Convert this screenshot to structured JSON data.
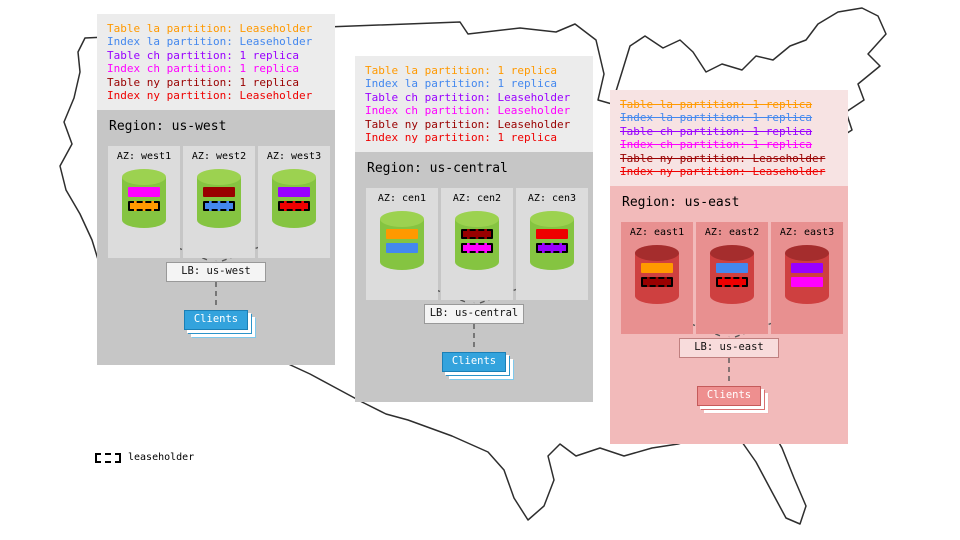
{
  "legend": {
    "label": "leaseholder"
  },
  "palette": {
    "table_la": "#FF9900",
    "index_la": "#4488EE",
    "table_ch": "#9900FF",
    "index_ch": "#FF00FF",
    "table_ny": "#990000",
    "index_ny": "#EE0000",
    "healthy_region_bg": "#c6c6c6",
    "failed_region_bg": "#f2baba",
    "clients_blue": "#33a3dd",
    "clients_red": "#ee8f8f"
  },
  "regions": [
    {
      "title": "Region: us-west",
      "lb_label": "LB: us-west",
      "clients_label": "Clients",
      "cylinder": {
        "body": "#85C441",
        "top": "#9CD250"
      },
      "annotations": [
        {
          "text": "Table la partition: Leaseholder",
          "color": "#FF9900"
        },
        {
          "text": "Index la partition: Leaseholder",
          "color": "#4488EE"
        },
        {
          "text": "Table ch partition: 1 replica",
          "color": "#9900FF"
        },
        {
          "text": "Index ch partition: 1 replica",
          "color": "#FF00FF"
        },
        {
          "text": "Table ny partition: 1 replica",
          "color": "#990000"
        },
        {
          "text": "Index ny partition: Leaseholder",
          "color": "#EE0000"
        }
      ],
      "azs": [
        {
          "label": "AZ: west1",
          "bars": [
            {
              "color": "#FF00FF",
              "leaseholder": false
            },
            {
              "color": "#FF9900",
              "leaseholder": true
            }
          ]
        },
        {
          "label": "AZ: west2",
          "bars": [
            {
              "color": "#990000",
              "leaseholder": false
            },
            {
              "color": "#4488EE",
              "leaseholder": true
            }
          ]
        },
        {
          "label": "AZ: west3",
          "bars": [
            {
              "color": "#9900FF",
              "leaseholder": false
            },
            {
              "color": "#EE0000",
              "leaseholder": true
            }
          ]
        }
      ]
    },
    {
      "title": "Region: us-central",
      "lb_label": "LB: us-central",
      "clients_label": "Clients",
      "cylinder": {
        "body": "#85C441",
        "top": "#9CD250"
      },
      "annotations": [
        {
          "text": "Table la partition: 1 replica",
          "color": "#FF9900"
        },
        {
          "text": "Index la partition: 1 replica",
          "color": "#4488EE"
        },
        {
          "text": "Table ch partition: Leaseholder",
          "color": "#9900FF"
        },
        {
          "text": "Index ch partition: Leaseholder",
          "color": "#FF00FF"
        },
        {
          "text": "Table ny partition: Leaseholder",
          "color": "#990000"
        },
        {
          "text": "Index ny partition: 1 replica",
          "color": "#EE0000"
        }
      ],
      "azs": [
        {
          "label": "AZ: cen1",
          "bars": [
            {
              "color": "#FF9900",
              "leaseholder": false
            },
            {
              "color": "#4488EE",
              "leaseholder": false
            }
          ]
        },
        {
          "label": "AZ: cen2",
          "bars": [
            {
              "color": "#990000",
              "leaseholder": true
            },
            {
              "color": "#FF00FF",
              "leaseholder": true
            }
          ]
        },
        {
          "label": "AZ: cen3",
          "bars": [
            {
              "color": "#EE0000",
              "leaseholder": false
            },
            {
              "color": "#9900FF",
              "leaseholder": true
            }
          ]
        }
      ]
    },
    {
      "title": "Region: us-east",
      "lb_label": "LB: us-east",
      "clients_label": "Clients",
      "cylinder": {
        "body": "#CE4040",
        "top": "#A52D2D"
      },
      "annotations": [
        {
          "text": "Table la partition: 1 replica",
          "color": "#FF9900",
          "strike": true
        },
        {
          "text": "Index la partition: 1 replica",
          "color": "#4488EE",
          "strike": true
        },
        {
          "text": "Table ch partition: 1 replica",
          "color": "#9900FF",
          "strike": true
        },
        {
          "text": "Index ch partition: 1 replica",
          "color": "#FF00FF",
          "strike": true
        },
        {
          "text": "Table ny partition: Leaseholder",
          "color": "#990000",
          "strike": true
        },
        {
          "text": "Index ny partition: Leaseholder",
          "color": "#EE0000",
          "strike": true
        }
      ],
      "azs": [
        {
          "label": "AZ: east1",
          "bars": [
            {
              "color": "#FF9900",
              "leaseholder": false
            },
            {
              "color": "#990000",
              "leaseholder": true
            }
          ]
        },
        {
          "label": "AZ: east2",
          "bars": [
            {
              "color": "#4488EE",
              "leaseholder": false
            },
            {
              "color": "#EE0000",
              "leaseholder": true
            }
          ]
        },
        {
          "label": "AZ: east3",
          "bars": [
            {
              "color": "#9900FF",
              "leaseholder": false
            },
            {
              "color": "#FF00FF",
              "leaseholder": false
            }
          ]
        }
      ]
    }
  ]
}
